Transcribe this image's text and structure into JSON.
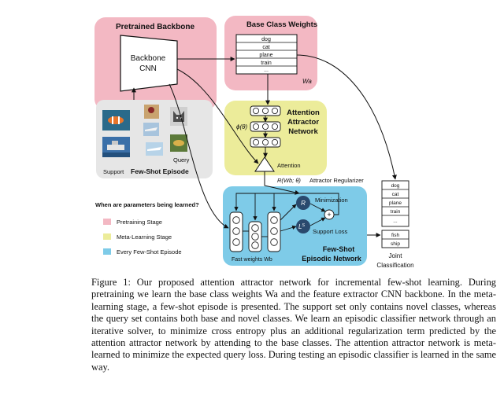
{
  "figure": {
    "backbone_panel": {
      "title": "Pretrained Backbone",
      "label_line1": "Backbone",
      "label_line2": "CNN"
    },
    "base_weights_panel": {
      "title": "Base Class Weights",
      "rows": [
        "dog",
        "cat",
        "plane",
        "train",
        "..."
      ],
      "weights_symbol": "Wa"
    },
    "attention_panel": {
      "title_line1": "Attention",
      "title_line2": "Attractor",
      "title_line3": "Network",
      "phi_label": "ϕ(θ)",
      "attention_label": "Attention"
    },
    "regularizer": {
      "r_label": "R(Wb; θ)",
      "text": "Attractor Regularizer"
    },
    "episode_panel": {
      "title": "Few-Shot Episode",
      "support_label": "Support",
      "query_label": "Query"
    },
    "episodic_panel": {
      "title_line1": "Few-Shot",
      "title_line2": "Episodic Network",
      "r_node": "R",
      "ls_node": "L",
      "ls_sup": "S",
      "plus_sign": "+",
      "minimization": "Minimization",
      "support_loss": "Support Loss",
      "fast_weights": "Fast weights Wb"
    },
    "joint": {
      "rows": [
        "dog",
        "cat",
        "plane",
        "train",
        "...",
        "fish",
        "ship"
      ],
      "label_line1": "Joint",
      "label_line2": "Classification"
    },
    "legend": {
      "question": "When are parameters being learned?",
      "items": [
        {
          "label": "Pretraining Stage",
          "color": "#f3b8c3"
        },
        {
          "label": "Meta-Learning Stage",
          "color": "#ecec9a"
        },
        {
          "label": "Every Few-Shot Episode",
          "color": "#7ecbe8"
        }
      ]
    }
  },
  "caption": "Figure 1: Our proposed attention attractor network for incremental few-shot learning. During pretraining we learn the base class weights Wa and the feature extractor CNN backbone. In the meta-learning stage, a few-shot episode is presented. The support set only contains novel classes, whereas the query set contains both base and novel classes. We learn an episodic classifier network through an iterative solver, to minimize cross entropy plus an additional regularization term predicted by the attention attractor network by attending to the base classes. The attention attractor network is meta-learned to minimize the expected query loss. During testing an episodic classifier is learned in the same way."
}
